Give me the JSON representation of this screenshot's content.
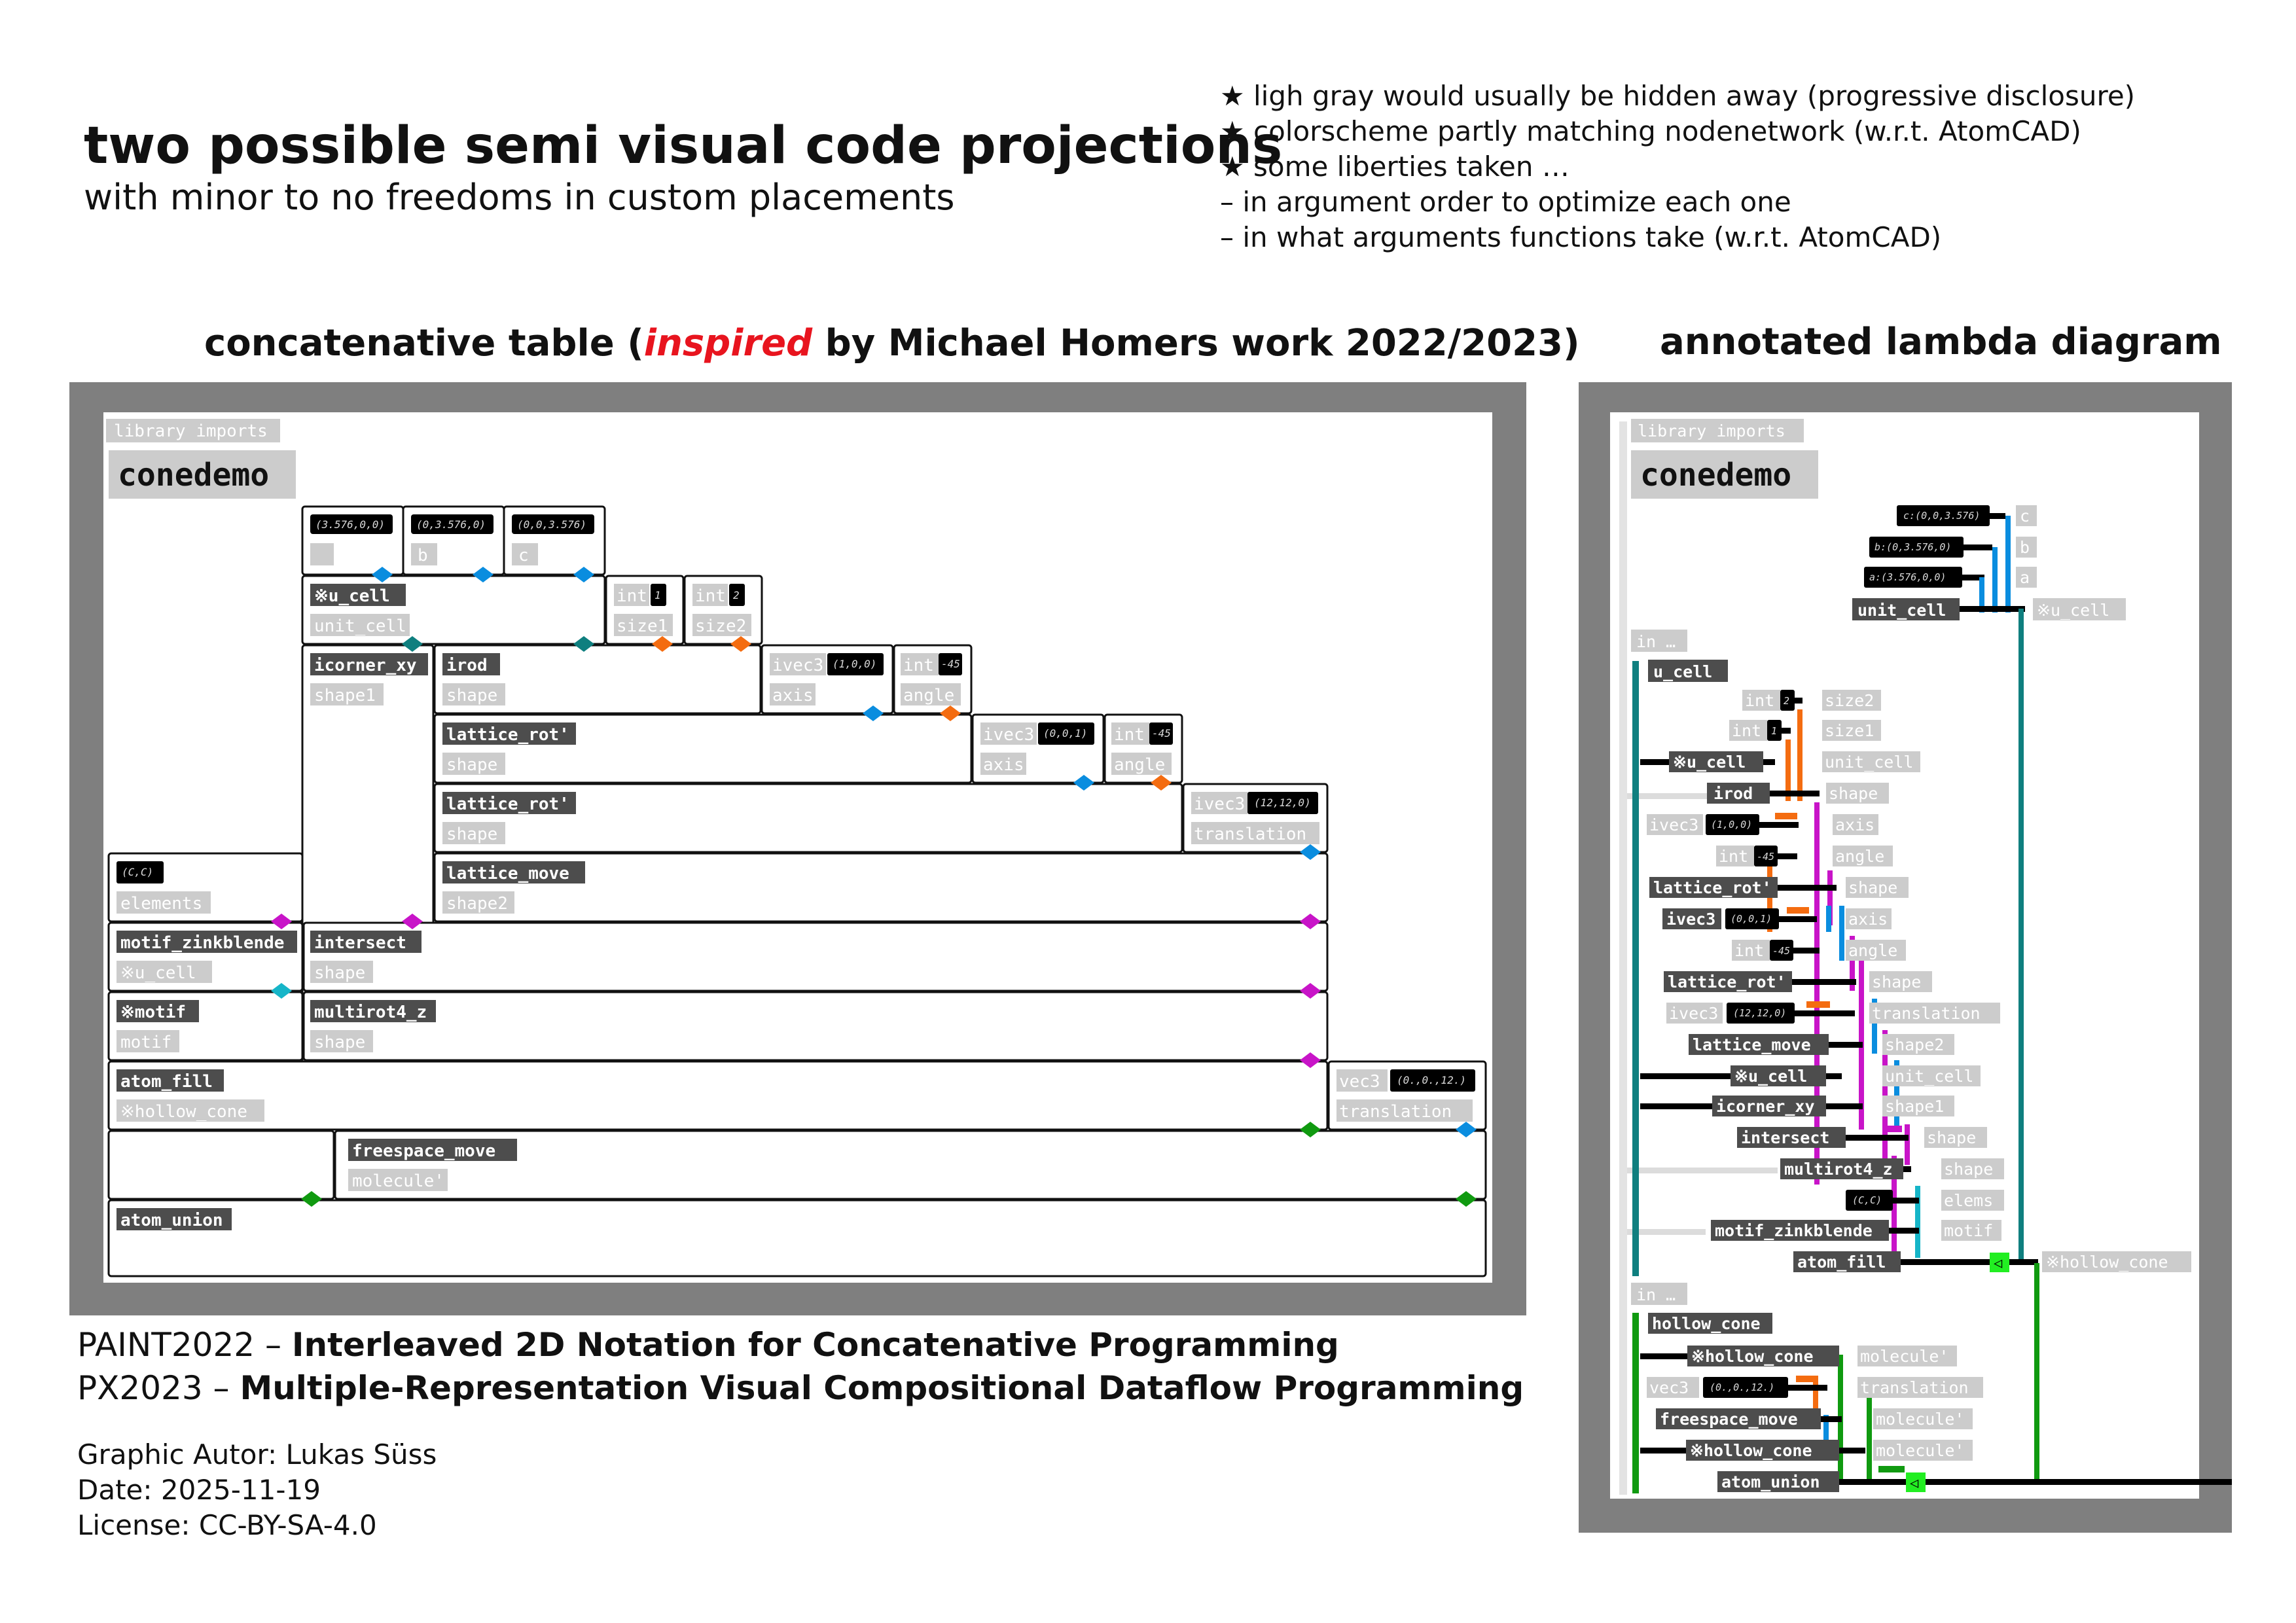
{
  "header": {
    "title": "two possible semi visual code projections",
    "subtitle": "with minor to no freedoms in custom placements"
  },
  "notes": [
    "★ ligh gray would usually be hidden away (progressive disclosure)",
    "★ colorscheme partly matching nodenetwork (w.r.t. AtomCAD)",
    "★ some liberties taken …",
    "– in argument order to optimize each one",
    "– in what arguments functions take (w.r.t. AtomCAD)"
  ],
  "left_section": {
    "title_pre": "concatenative table (",
    "title_em": "inspired",
    "title_post": " by Michael Homers work 2022/2023)"
  },
  "right_section": {
    "title": "annotated lambda diagram"
  },
  "references": [
    {
      "prefix": "PAINT2022 – ",
      "bold": "Interleaved 2D Notation for Concatenative Programming"
    },
    {
      "prefix": "PX2023 – ",
      "bold": "Multiple-Representation Visual Compositional Dataflow Programming"
    }
  ],
  "credits": [
    "Graphic Autor: Lukas Süss",
    "Date: 2025-11-19",
    "License: CC-BY-SA-4.0"
  ],
  "colors": {
    "frame": "#7f7f7f",
    "dark_label": "#4d4d4d",
    "light_label": "#cccccc",
    "blue": "#0a8ddf",
    "orange": "#f46c10",
    "teal": "#0f7f7f",
    "magenta": "#c814c8",
    "cyan": "#16b5c8",
    "green": "#109a10",
    "bright_green": "#22ee22",
    "accent_red": "#e8141e"
  },
  "table": {
    "library_label": "library imports",
    "module_name": "conedemo",
    "labels": {
      "c1": "(3.576,0,0)",
      "c2": "(0,3.576,0)",
      "c3": "(0,0,3.576)",
      "b": "b",
      "c": "c",
      "u_cell": "※u_cell",
      "unit_cell": "unit_cell",
      "int": "int",
      "one": "1",
      "two": "2",
      "size1": "size1",
      "size2": "size2",
      "icorner_xy": "icorner_xy",
      "shape1": "shape1",
      "irod": "irod",
      "shape": "shape",
      "ivec3": "ivec3",
      "v100": "(1,0,0)",
      "axis": "axis",
      "m45": "-45",
      "angle": "angle",
      "lattice_rot": "lattice_rot'",
      "v001": "(0,0,1)",
      "v12": "(12,12,0)",
      "translation": "translation",
      "cc": "(C,C)",
      "elements": "elements",
      "lattice_move": "lattice_move",
      "shape2": "shape2",
      "motif_zinkblende": "motif_zinkblende",
      "u_cell_ref": "※u_cell",
      "intersect": "intersect",
      "motif_ref": "※motif",
      "motif": "motif",
      "multirot4_z": "multirot4_z",
      "atom_fill": "atom_fill",
      "hollow_cone_ref": "※hollow_cone",
      "vec3": "vec3",
      "v0012": "(0.,0.,12.)",
      "freespace_move": "freespace_move",
      "molecule": "molecule'",
      "atom_union": "atom_union"
    }
  },
  "lambda": {
    "library_label": "library imports",
    "module_name": "conedemo",
    "in_label": "in …",
    "labels": {
      "c_val": "c:(0,0,3.576)",
      "b_val": "b:(0,3.576,0)",
      "a_val": "a:(3.576,0,0)",
      "c": "c",
      "b": "b",
      "a": "a",
      "unit_cell": "unit_cell",
      "u_cell_ref": "※u_cell",
      "u_cell": "u_cell",
      "int": "int",
      "two": "2",
      "one": "1",
      "size2": "size2",
      "size1": "size1",
      "unit_cell_l": "unit_cell",
      "irod": "irod",
      "shape": "shape",
      "ivec3": "ivec3",
      "v100": "(1,0,0)",
      "axis": "axis",
      "m45": "-45",
      "angle": "angle",
      "lattice_rot": "lattice_rot'",
      "v001": "(0,0,1)",
      "v12": "(12,12,0)",
      "translation": "translation",
      "lattice_move": "lattice_move",
      "shape2": "shape2",
      "icorner_xy": "icorner_xy",
      "shape1": "shape1",
      "intersect": "intersect",
      "multirot4_z": "multirot4_z",
      "cc": "(C,C)",
      "elems": "elems",
      "motif_zinkblende": "motif_zinkblende",
      "motif": "motif",
      "atom_fill": "atom_fill",
      "hollow_cone_ref": "※hollow_cone",
      "hollow_cone": "hollow_cone",
      "molecule": "molecule'",
      "vec3": "vec3",
      "v0012": "(0.,0.,12.)",
      "freespace_move": "freespace_move",
      "atom_union": "atom_union",
      "tri": "◁"
    }
  }
}
